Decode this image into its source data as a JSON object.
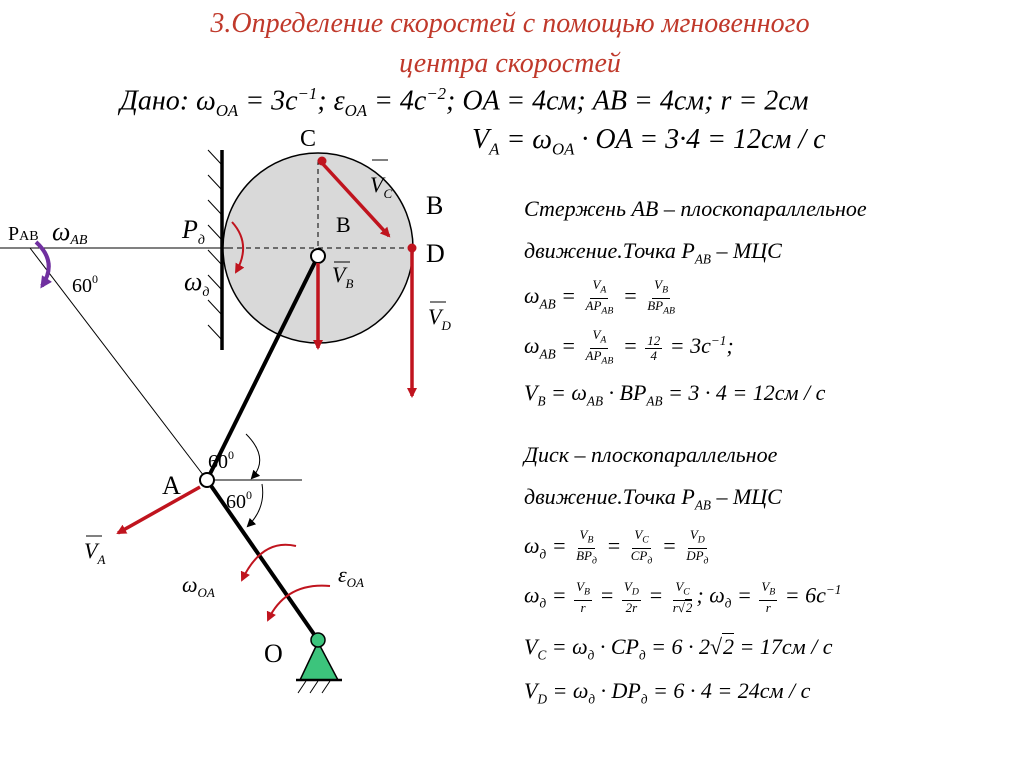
{
  "title": {
    "line1": "3.Определение скоростей с помощью мгновенного",
    "line2": "центра скоростей"
  },
  "given": {
    "label": "Дано",
    "omega_oa": "3",
    "eps_oa": "4",
    "oa": "4см",
    "ab": "4см",
    "r": "2см"
  },
  "va_eq": {
    "lhs": "V",
    "mid": "OA",
    "rhs": "3·4 = 12см / с"
  },
  "text_rod": {
    "line1": "Стержень AB – плоскопараллельное",
    "line2_pre": "движение.Точка P",
    "line2_post": " – МЦС"
  },
  "text_disk": {
    "line1": "Диск – плоскопараллельное",
    "line2_pre": "движение.Точка P",
    "line2_post": " – МЦС"
  },
  "results": {
    "omega_ab_value": "3с",
    "vb_value": "12см / с",
    "omega_d_value": "6с",
    "vc_value": "17см / с",
    "vd_value": "24см / с"
  },
  "labels": {
    "C": "C",
    "B_point": "B",
    "B_side": "B",
    "D": "D",
    "A": "A",
    "O": "O",
    "P_ab": "P",
    "P_ab_sub": "AB",
    "omega_ab": "ω",
    "omega_ab_sub": "AB",
    "P_d": "P",
    "P_d_sub": "д",
    "omega_d": "ω",
    "omega_d_sub": "д",
    "angle_60_left": "60",
    "angle_60_a_up": "60",
    "angle_60_a_down": "60",
    "deg": "0",
    "V": "V",
    "sub_c": "C",
    "sub_b": "B",
    "sub_d": "D",
    "sub_a": "A",
    "omega_oa": "ω",
    "omega_oa_sub": "OA",
    "eps_oa": "ε",
    "eps_oa_sub": "OA"
  },
  "colors": {
    "title": "#c0392b",
    "vector": "#c0141e",
    "disk_fill": "#d9d9d9",
    "omega_ab_arrow": "#7030a0",
    "support_fill": "#3cc47c"
  }
}
